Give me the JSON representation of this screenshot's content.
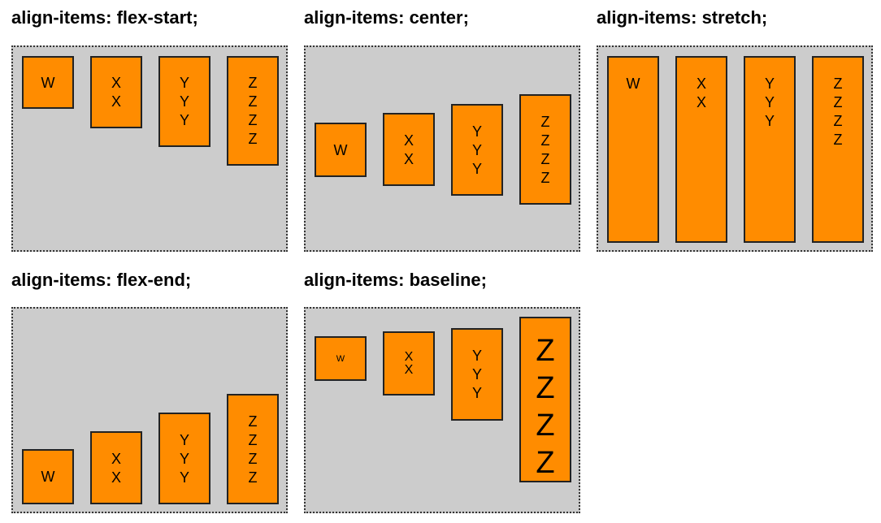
{
  "colors": {
    "container_bg": "#cccccc",
    "item_bg": "#ff8c00",
    "item_border": "#222222",
    "container_border": "#333333"
  },
  "panels": [
    {
      "title": "align-items: flex-start;",
      "items": [
        [
          "W"
        ],
        [
          "X",
          "X"
        ],
        [
          "Y",
          "Y",
          "Y"
        ],
        [
          "Z",
          "Z",
          "Z",
          "Z"
        ]
      ]
    },
    {
      "title": "align-items: center;",
      "items": [
        [
          "W"
        ],
        [
          "X",
          "X"
        ],
        [
          "Y",
          "Y",
          "Y"
        ],
        [
          "Z",
          "Z",
          "Z",
          "Z"
        ]
      ]
    },
    {
      "title": "align-items: stretch;",
      "items": [
        [
          "W"
        ],
        [
          "X",
          "X"
        ],
        [
          "Y",
          "Y",
          "Y"
        ],
        [
          "Z",
          "Z",
          "Z",
          "Z"
        ]
      ]
    },
    {
      "title": "align-items: flex-end;",
      "items": [
        [
          "W"
        ],
        [
          "X",
          "X"
        ],
        [
          "Y",
          "Y",
          "Y"
        ],
        [
          "Z",
          "Z",
          "Z",
          "Z"
        ]
      ]
    },
    {
      "title": "align-items: baseline;",
      "items": [
        [
          "W"
        ],
        [
          "X",
          "X"
        ],
        [
          "Y",
          "Y",
          "Y"
        ],
        [
          "Z",
          "Z",
          "Z",
          "Z"
        ]
      ]
    }
  ]
}
